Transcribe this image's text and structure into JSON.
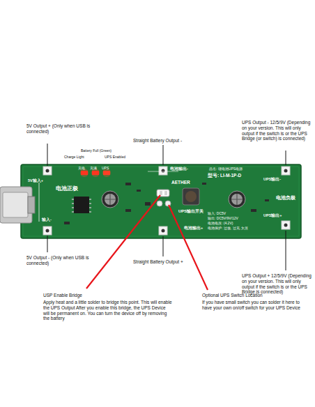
{
  "diagram": {
    "labels": [
      "5V Output + (Only when USB is connected)",
      "Charge Light",
      "Battery Full (Green)",
      "UPS Enabled",
      "Straight Battery Output -",
      "UPS Output - 12/5/9V (Depending on your version. This will only output if the switch is or the UPS Bridge (or switch) is connected)",
      "5V Output - (Only when USB is connected)",
      "Straight Battery Output +",
      "UPS Output + 12/5/9V (Depending on your version. This will only output if the switch is or the UPS Bridge is connected)",
      "USP Enable Bridge",
      "Apply heat and a little solder to bridge this point. This will enable the UPS Output After you enable this bridge, the UPS Device will be permanent on. You can turn the device off by removing the battery",
      "Optional UPS Switch Location",
      "If you have small switch you can solder it here to have your own on/off switch for your UPS Device",
      "5V输入+",
      "电池正极",
      "输入-",
      "充电",
      "充满",
      "UPS",
      "电池输出-",
      "品名: 锂电池UPS电源",
      "型号: LI-M-1P-D",
      "AETHER",
      "UPS输出开关",
      "电池输出+",
      "UPS输出-",
      "UPS输出+",
      "电池负极",
      "输入: DC5V",
      "输出: DC5V/9V/12V",
      "电池电压: (4.2V)",
      "电池保护: 过放, 过充, 欠压"
    ]
  }
}
